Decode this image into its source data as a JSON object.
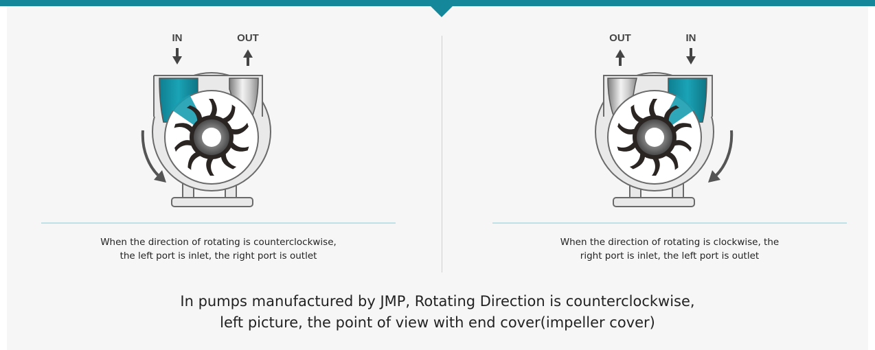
{
  "left_diagram": {
    "label_in": "IN",
    "label_out": "OUT",
    "caption_line1": "When the direction of rotating is counterclockwise,",
    "caption_line2": "the left port is inlet, the right port is outlet"
  },
  "right_diagram": {
    "label_in": "IN",
    "label_out": "OUT",
    "caption_line1": "When the direction of rotating is clockwise, the",
    "caption_line2": "right port is inlet, the left port is outlet"
  },
  "footer": {
    "line1": "In pumps manufactured by JMP, Rotating Direction is counterclockwise,",
    "line2": "left picture, the point of view with end cover(impeller cover)"
  },
  "colors": {
    "accent": "#14889a",
    "panel": "#f6f6f6",
    "impeller": "#2a2522",
    "housing": "#e9e9e9"
  },
  "icons": [
    "down-arrow-icon",
    "up-arrow-icon",
    "rotation-arrow-icon"
  ]
}
